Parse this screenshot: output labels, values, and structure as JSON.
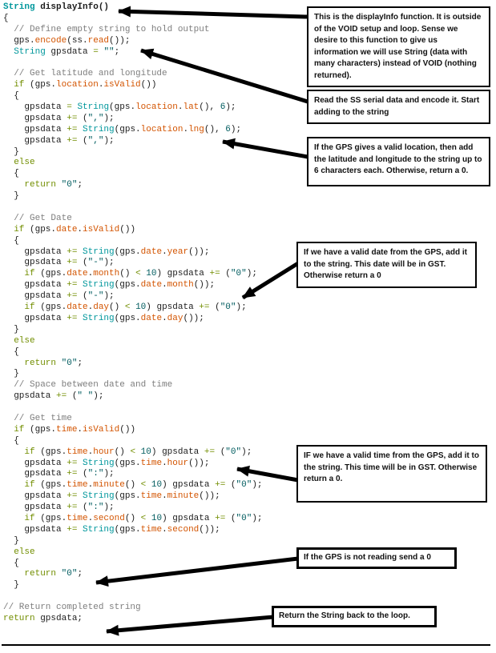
{
  "colors": {
    "type": "#00979C",
    "function": "#D35400",
    "keyword": "#728E00",
    "string_literal": "#005C5F",
    "comment": "#7E7E7E",
    "plain": "#1c1c1c",
    "annotation_border": "#000000"
  },
  "code": {
    "language": "arduino-c",
    "lines": [
      [
        [
          "type b",
          "String"
        ],
        [
          "plain b",
          " displayInfo()"
        ]
      ],
      [
        [
          "plain",
          "{"
        ]
      ],
      [
        [
          "com",
          "  // Define empty string to hold output"
        ]
      ],
      [
        [
          "plain",
          "  gps."
        ],
        [
          "fn",
          "encode"
        ],
        [
          "plain",
          "(ss."
        ],
        [
          "fn",
          "read"
        ],
        [
          "plain",
          "());"
        ]
      ],
      [
        [
          "plain",
          "  "
        ],
        [
          "type",
          "String"
        ],
        [
          "plain",
          " gpsdata "
        ],
        [
          "op",
          "="
        ],
        [
          "plain",
          " "
        ],
        [
          "str",
          "\"\""
        ],
        [
          "plain",
          ";"
        ]
      ],
      [],
      [
        [
          "com",
          "  // Get latitude and longitude"
        ]
      ],
      [
        [
          "plain",
          "  "
        ],
        [
          "kw",
          "if"
        ],
        [
          "plain",
          " (gps."
        ],
        [
          "fn",
          "location"
        ],
        [
          "plain",
          "."
        ],
        [
          "fn",
          "isValid"
        ],
        [
          "plain",
          "())"
        ]
      ],
      [
        [
          "plain",
          "  {"
        ]
      ],
      [
        [
          "plain",
          "    gpsdata "
        ],
        [
          "op",
          "="
        ],
        [
          "plain",
          " "
        ],
        [
          "type",
          "String"
        ],
        [
          "plain",
          "(gps."
        ],
        [
          "fn",
          "location"
        ],
        [
          "plain",
          "."
        ],
        [
          "fn",
          "lat"
        ],
        [
          "plain",
          "(), "
        ],
        [
          "num",
          "6"
        ],
        [
          "plain",
          ");"
        ]
      ],
      [
        [
          "plain",
          "    gpsdata "
        ],
        [
          "op",
          "+="
        ],
        [
          "plain",
          " ("
        ],
        [
          "str",
          "\",\""
        ],
        [
          "plain",
          ");"
        ]
      ],
      [
        [
          "plain",
          "    gpsdata "
        ],
        [
          "op",
          "+="
        ],
        [
          "plain",
          " "
        ],
        [
          "type",
          "String"
        ],
        [
          "plain",
          "(gps."
        ],
        [
          "fn",
          "location"
        ],
        [
          "plain",
          "."
        ],
        [
          "fn",
          "lng"
        ],
        [
          "plain",
          "(), "
        ],
        [
          "num",
          "6"
        ],
        [
          "plain",
          ");"
        ]
      ],
      [
        [
          "plain",
          "    gpsdata "
        ],
        [
          "op",
          "+="
        ],
        [
          "plain",
          " ("
        ],
        [
          "str",
          "\",\""
        ],
        [
          "plain",
          ");"
        ]
      ],
      [
        [
          "plain",
          "  }"
        ]
      ],
      [
        [
          "plain",
          "  "
        ],
        [
          "kw",
          "else"
        ]
      ],
      [
        [
          "plain",
          "  {"
        ]
      ],
      [
        [
          "plain",
          "    "
        ],
        [
          "kw",
          "return"
        ],
        [
          "plain",
          " "
        ],
        [
          "str",
          "\"0\""
        ],
        [
          "plain",
          ";"
        ]
      ],
      [
        [
          "plain",
          "  }"
        ]
      ],
      [],
      [
        [
          "com",
          "  // Get Date"
        ]
      ],
      [
        [
          "plain",
          "  "
        ],
        [
          "kw",
          "if"
        ],
        [
          "plain",
          " (gps."
        ],
        [
          "fn",
          "date"
        ],
        [
          "plain",
          "."
        ],
        [
          "fn",
          "isValid"
        ],
        [
          "plain",
          "())"
        ]
      ],
      [
        [
          "plain",
          "  {"
        ]
      ],
      [
        [
          "plain",
          "    gpsdata "
        ],
        [
          "op",
          "+="
        ],
        [
          "plain",
          " "
        ],
        [
          "type",
          "String"
        ],
        [
          "plain",
          "(gps."
        ],
        [
          "fn",
          "date"
        ],
        [
          "plain",
          "."
        ],
        [
          "fn",
          "year"
        ],
        [
          "plain",
          "());"
        ]
      ],
      [
        [
          "plain",
          "    gpsdata "
        ],
        [
          "op",
          "+="
        ],
        [
          "plain",
          " ("
        ],
        [
          "str",
          "\"-\""
        ],
        [
          "plain",
          ");"
        ]
      ],
      [
        [
          "plain",
          "    "
        ],
        [
          "kw",
          "if"
        ],
        [
          "plain",
          " (gps."
        ],
        [
          "fn",
          "date"
        ],
        [
          "plain",
          "."
        ],
        [
          "fn",
          "month"
        ],
        [
          "plain",
          "() "
        ],
        [
          "op",
          "<"
        ],
        [
          "plain",
          " "
        ],
        [
          "num",
          "10"
        ],
        [
          "plain",
          ") gpsdata "
        ],
        [
          "op",
          "+="
        ],
        [
          "plain",
          " ("
        ],
        [
          "str",
          "\"0\""
        ],
        [
          "plain",
          ");"
        ]
      ],
      [
        [
          "plain",
          "    gpsdata "
        ],
        [
          "op",
          "+="
        ],
        [
          "plain",
          " "
        ],
        [
          "type",
          "String"
        ],
        [
          "plain",
          "(gps."
        ],
        [
          "fn",
          "date"
        ],
        [
          "plain",
          "."
        ],
        [
          "fn",
          "month"
        ],
        [
          "plain",
          "());"
        ]
      ],
      [
        [
          "plain",
          "    gpsdata "
        ],
        [
          "op",
          "+="
        ],
        [
          "plain",
          " ("
        ],
        [
          "str",
          "\"-\""
        ],
        [
          "plain",
          ");"
        ]
      ],
      [
        [
          "plain",
          "    "
        ],
        [
          "kw",
          "if"
        ],
        [
          "plain",
          " (gps."
        ],
        [
          "fn",
          "date"
        ],
        [
          "plain",
          "."
        ],
        [
          "fn",
          "day"
        ],
        [
          "plain",
          "() "
        ],
        [
          "op",
          "<"
        ],
        [
          "plain",
          " "
        ],
        [
          "num",
          "10"
        ],
        [
          "plain",
          ") gpsdata "
        ],
        [
          "op",
          "+="
        ],
        [
          "plain",
          " ("
        ],
        [
          "str",
          "\"0\""
        ],
        [
          "plain",
          ");"
        ]
      ],
      [
        [
          "plain",
          "    gpsdata "
        ],
        [
          "op",
          "+="
        ],
        [
          "plain",
          " "
        ],
        [
          "type",
          "String"
        ],
        [
          "plain",
          "(gps."
        ],
        [
          "fn",
          "date"
        ],
        [
          "plain",
          "."
        ],
        [
          "fn",
          "day"
        ],
        [
          "plain",
          "());"
        ]
      ],
      [
        [
          "plain",
          "  }"
        ]
      ],
      [
        [
          "plain",
          "  "
        ],
        [
          "kw",
          "else"
        ]
      ],
      [
        [
          "plain",
          "  {"
        ]
      ],
      [
        [
          "plain",
          "    "
        ],
        [
          "kw",
          "return"
        ],
        [
          "plain",
          " "
        ],
        [
          "str",
          "\"0\""
        ],
        [
          "plain",
          ";"
        ]
      ],
      [
        [
          "plain",
          "  }"
        ]
      ],
      [
        [
          "com",
          "  // Space between date and time"
        ]
      ],
      [
        [
          "plain",
          "  gpsdata "
        ],
        [
          "op",
          "+="
        ],
        [
          "plain",
          " ("
        ],
        [
          "str",
          "\" \""
        ],
        [
          "plain",
          ");"
        ]
      ],
      [],
      [
        [
          "com",
          "  // Get time"
        ]
      ],
      [
        [
          "plain",
          "  "
        ],
        [
          "kw",
          "if"
        ],
        [
          "plain",
          " (gps."
        ],
        [
          "fn",
          "time"
        ],
        [
          "plain",
          "."
        ],
        [
          "fn",
          "isValid"
        ],
        [
          "plain",
          "())"
        ]
      ],
      [
        [
          "plain",
          "  {"
        ]
      ],
      [
        [
          "plain",
          "    "
        ],
        [
          "kw",
          "if"
        ],
        [
          "plain",
          " (gps."
        ],
        [
          "fn",
          "time"
        ],
        [
          "plain",
          "."
        ],
        [
          "fn",
          "hour"
        ],
        [
          "plain",
          "() "
        ],
        [
          "op",
          "<"
        ],
        [
          "plain",
          " "
        ],
        [
          "num",
          "10"
        ],
        [
          "plain",
          ") gpsdata "
        ],
        [
          "op",
          "+="
        ],
        [
          "plain",
          " ("
        ],
        [
          "str",
          "\"0\""
        ],
        [
          "plain",
          ");"
        ]
      ],
      [
        [
          "plain",
          "    gpsdata "
        ],
        [
          "op",
          "+="
        ],
        [
          "plain",
          " "
        ],
        [
          "type",
          "String"
        ],
        [
          "plain",
          "(gps."
        ],
        [
          "fn",
          "time"
        ],
        [
          "plain",
          "."
        ],
        [
          "fn",
          "hour"
        ],
        [
          "plain",
          "());"
        ]
      ],
      [
        [
          "plain",
          "    gpsdata "
        ],
        [
          "op",
          "+="
        ],
        [
          "plain",
          " ("
        ],
        [
          "str",
          "\":\""
        ],
        [
          "plain",
          ");"
        ]
      ],
      [
        [
          "plain",
          "    "
        ],
        [
          "kw",
          "if"
        ],
        [
          "plain",
          " (gps."
        ],
        [
          "fn",
          "time"
        ],
        [
          "plain",
          "."
        ],
        [
          "fn",
          "minute"
        ],
        [
          "plain",
          "() "
        ],
        [
          "op",
          "<"
        ],
        [
          "plain",
          " "
        ],
        [
          "num",
          "10"
        ],
        [
          "plain",
          ") gpsdata "
        ],
        [
          "op",
          "+="
        ],
        [
          "plain",
          " ("
        ],
        [
          "str",
          "\"0\""
        ],
        [
          "plain",
          ");"
        ]
      ],
      [
        [
          "plain",
          "    gpsdata "
        ],
        [
          "op",
          "+="
        ],
        [
          "plain",
          " "
        ],
        [
          "type",
          "String"
        ],
        [
          "plain",
          "(gps."
        ],
        [
          "fn",
          "time"
        ],
        [
          "plain",
          "."
        ],
        [
          "fn",
          "minute"
        ],
        [
          "plain",
          "());"
        ]
      ],
      [
        [
          "plain",
          "    gpsdata "
        ],
        [
          "op",
          "+="
        ],
        [
          "plain",
          " ("
        ],
        [
          "str",
          "\":\""
        ],
        [
          "plain",
          ");"
        ]
      ],
      [
        [
          "plain",
          "    "
        ],
        [
          "kw",
          "if"
        ],
        [
          "plain",
          " (gps."
        ],
        [
          "fn",
          "time"
        ],
        [
          "plain",
          "."
        ],
        [
          "fn",
          "second"
        ],
        [
          "plain",
          "() "
        ],
        [
          "op",
          "<"
        ],
        [
          "plain",
          " "
        ],
        [
          "num",
          "10"
        ],
        [
          "plain",
          ") gpsdata "
        ],
        [
          "op",
          "+="
        ],
        [
          "plain",
          " ("
        ],
        [
          "str",
          "\"0\""
        ],
        [
          "plain",
          ");"
        ]
      ],
      [
        [
          "plain",
          "    gpsdata "
        ],
        [
          "op",
          "+="
        ],
        [
          "plain",
          " "
        ],
        [
          "type",
          "String"
        ],
        [
          "plain",
          "(gps."
        ],
        [
          "fn",
          "time"
        ],
        [
          "plain",
          "."
        ],
        [
          "fn",
          "second"
        ],
        [
          "plain",
          "());"
        ]
      ],
      [
        [
          "plain",
          "  }"
        ]
      ],
      [
        [
          "plain",
          "  "
        ],
        [
          "kw",
          "else"
        ]
      ],
      [
        [
          "plain",
          "  {"
        ]
      ],
      [
        [
          "plain",
          "    "
        ],
        [
          "kw",
          "return"
        ],
        [
          "plain",
          " "
        ],
        [
          "str",
          "\"0\""
        ],
        [
          "plain",
          ";"
        ]
      ],
      [
        [
          "plain",
          "  }"
        ]
      ],
      [],
      [
        [
          "com",
          "// Return completed string"
        ]
      ],
      [
        [
          "kw",
          "return"
        ],
        [
          "plain",
          " gpsdata;"
        ]
      ]
    ]
  },
  "callouts": [
    {
      "text": "This is the displayInfo function. It is outside of the VOID setup and loop. Sense we desire to this function to give us information we will use String (data with many characters) instead of VOID (nothing returned)."
    },
    {
      "text": "Read the SS serial data and encode it. Start adding to the string"
    },
    {
      "text": "If the GPS gives a valid location, then add the latitude and longitude to the string up to 6 characters each.  Otherwise, return a 0."
    },
    {
      "text": "If we have a valid date from the GPS, add it to the string. This date will be in GST. Otherwise return a 0"
    },
    {
      "text": "IF we have a valid time from the GPS, add it to the string. This time will be in GST. Otherwise return a 0."
    },
    {
      "text": "If the GPS is not reading send a 0"
    },
    {
      "text": "Return the String back to the loop."
    }
  ]
}
